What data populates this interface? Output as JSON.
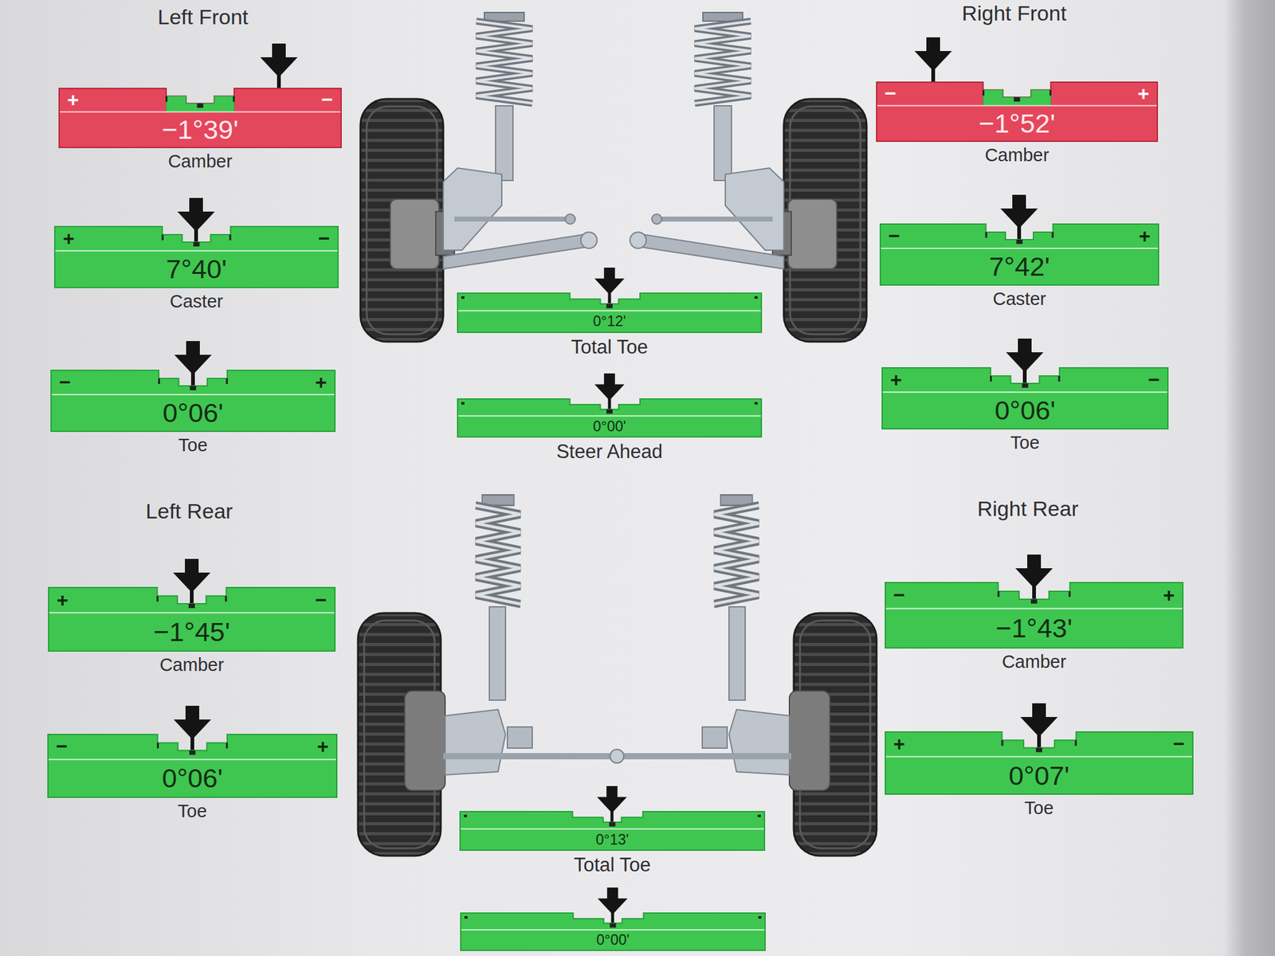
{
  "diagram": {
    "nodes": [
      {
        "text": [
          "+",
          "−",
          "−1°39'",
          "Camber"
        ]
      },
      {
        "text": [
          "−",
          "+",
          "−1°52'",
          "Camber"
        ]
      },
      {
        "text": [
          "+",
          "−",
          "7°40'",
          "Caster"
        ]
      },
      {
        "text": [
          "−",
          "+",
          "7°42'",
          "Caster"
        ]
      },
      {
        "text": [
          "0°12'",
          "Total Toe"
        ]
      },
      {
        "text": [
          "−",
          "+",
          "0°06'",
          "Toe"
        ]
      },
      {
        "text": [
          "+",
          "−",
          "0°06'",
          "Toe"
        ]
      },
      {
        "text": [
          "0°00'",
          "Steer Ahead"
        ]
      },
      {
        "text": [
          "+",
          "−",
          "−1°45'",
          "Camber"
        ]
      },
      {
        "text": [
          "−",
          "+",
          "−1°43'",
          "Camber"
        ]
      },
      {
        "text": [
          "−",
          "+",
          "0°06'",
          "Toe"
        ]
      },
      {
        "text": [
          "+",
          "−",
          "0°07'",
          "Toe"
        ]
      },
      {
        "text": [
          "0°13'",
          "Total Toe"
        ]
      },
      {
        "text": [
          "0°00'"
        ]
      }
    ],
    "labels": [
      "Left Front",
      "Right Front",
      "Left Rear",
      "Right Rear"
    ]
  }
}
